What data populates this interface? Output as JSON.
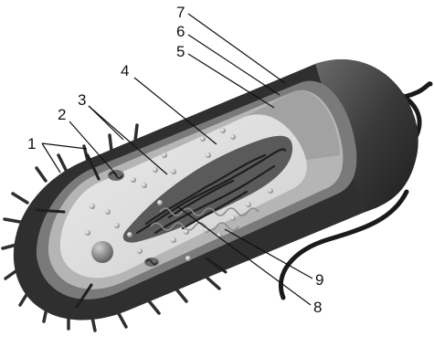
{
  "labels": {
    "l1": "1",
    "l2": "2",
    "l3": "3",
    "l4": "4",
    "l5": "5",
    "l6": "6",
    "l7": "7",
    "l8": "8",
    "l9": "9"
  },
  "colors": {
    "capsule_outer": "#2a2a2a",
    "cell_wall": "#777777",
    "membrane": "#b8b8b8",
    "cytoplasm": "#e2e2e2",
    "nucleoid": "#3b3b3b",
    "flagellum": "#1a1a1a",
    "leader": "#111111"
  }
}
